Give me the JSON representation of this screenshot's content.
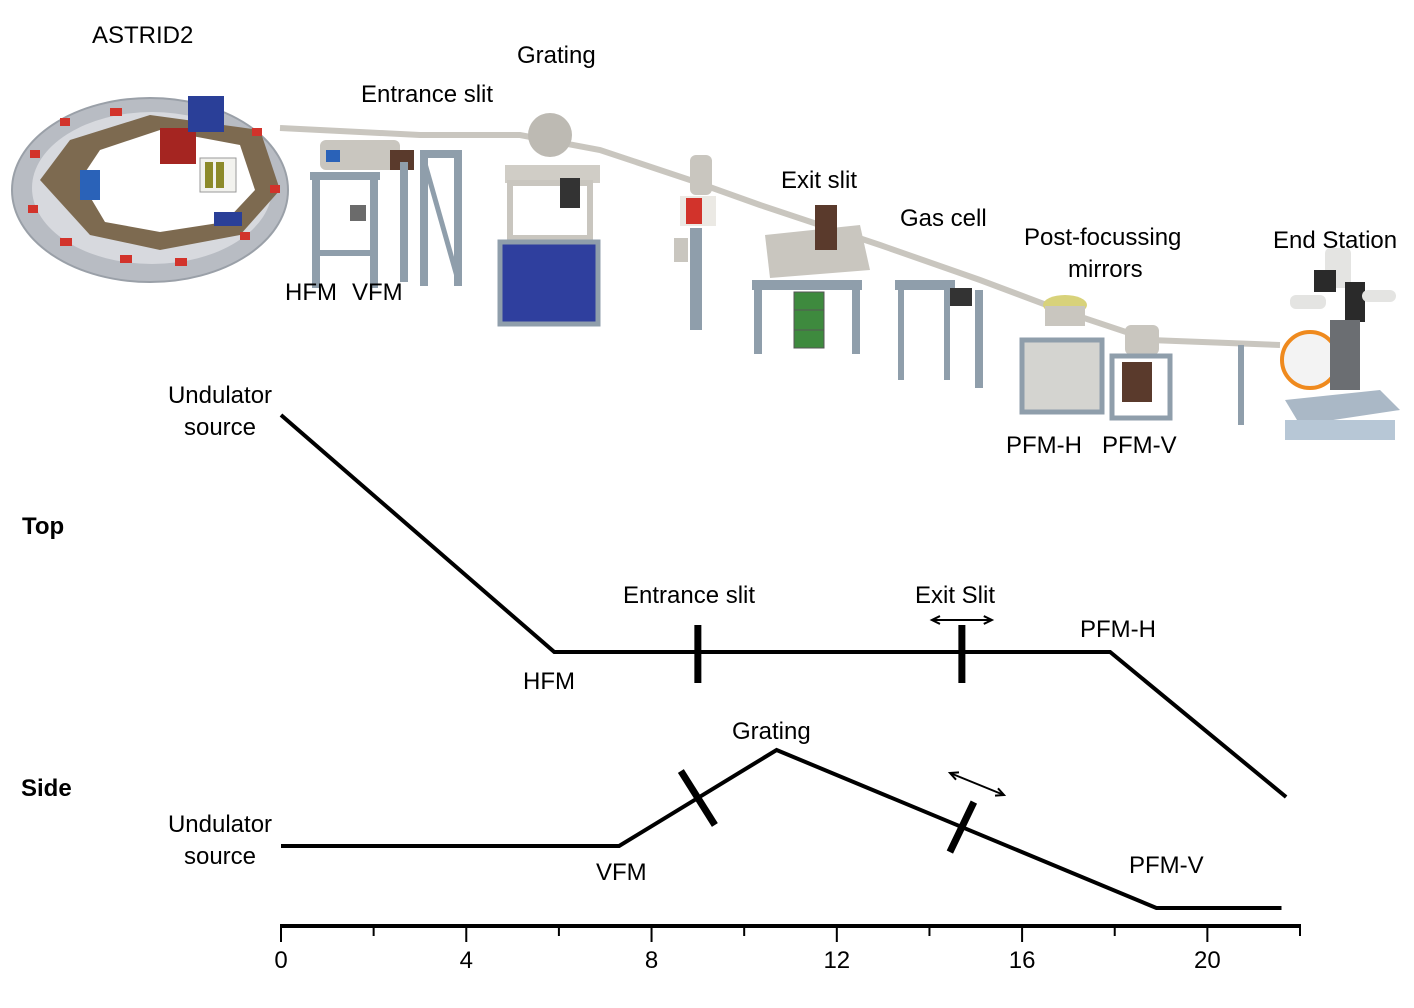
{
  "rendering": {
    "labels": {
      "astrid2": "ASTRID2",
      "grating": "Grating",
      "entrance_slit": "Entrance slit",
      "exit_slit": "Exit slit",
      "gas_cell": "Gas cell",
      "post_focusing": "Post-focussing",
      "mirrors": "mirrors",
      "end_station": "End Station",
      "hfm": "HFM",
      "vfm": "VFM",
      "pfm_h": "PFM-H",
      "pfm_v": "PFM-V"
    }
  },
  "schematic": {
    "top_view": {
      "title": "Top",
      "source_line1": "Undulator",
      "source_line2": "source",
      "hfm": "HFM",
      "entrance_slit": "Entrance slit",
      "exit_slit": "Exit Slit",
      "pfm_h": "PFM-H"
    },
    "side_view": {
      "title": "Side",
      "source_line1": "Undulator",
      "source_line2": "source",
      "vfm": "VFM",
      "grating": "Grating",
      "pfm_v": "PFM-V"
    },
    "axis": {
      "ticks": [
        "0",
        "4",
        "8",
        "12",
        "16",
        "20"
      ],
      "min": 0,
      "max": 22,
      "minor_step": 2,
      "unit": ""
    },
    "top_path_m": [
      0,
      5.9,
      9.0,
      14.7,
      17.9,
      21.7
    ],
    "side_path_m": [
      0,
      7.3,
      10.7,
      18.9,
      21.6
    ]
  },
  "colors": {
    "line": "#000000",
    "frame_steel": "#8f9eab",
    "chamber": "#c9c6bf",
    "blue_base": "#2f3f9e",
    "red_magnet": "#d2332b",
    "green_panel": "#3e8a3e",
    "brown_box": "#5a3a2c",
    "floor": "#7d6a50",
    "yellow_cap": "#d8d27a",
    "orange_ring": "#ef8a1e"
  }
}
